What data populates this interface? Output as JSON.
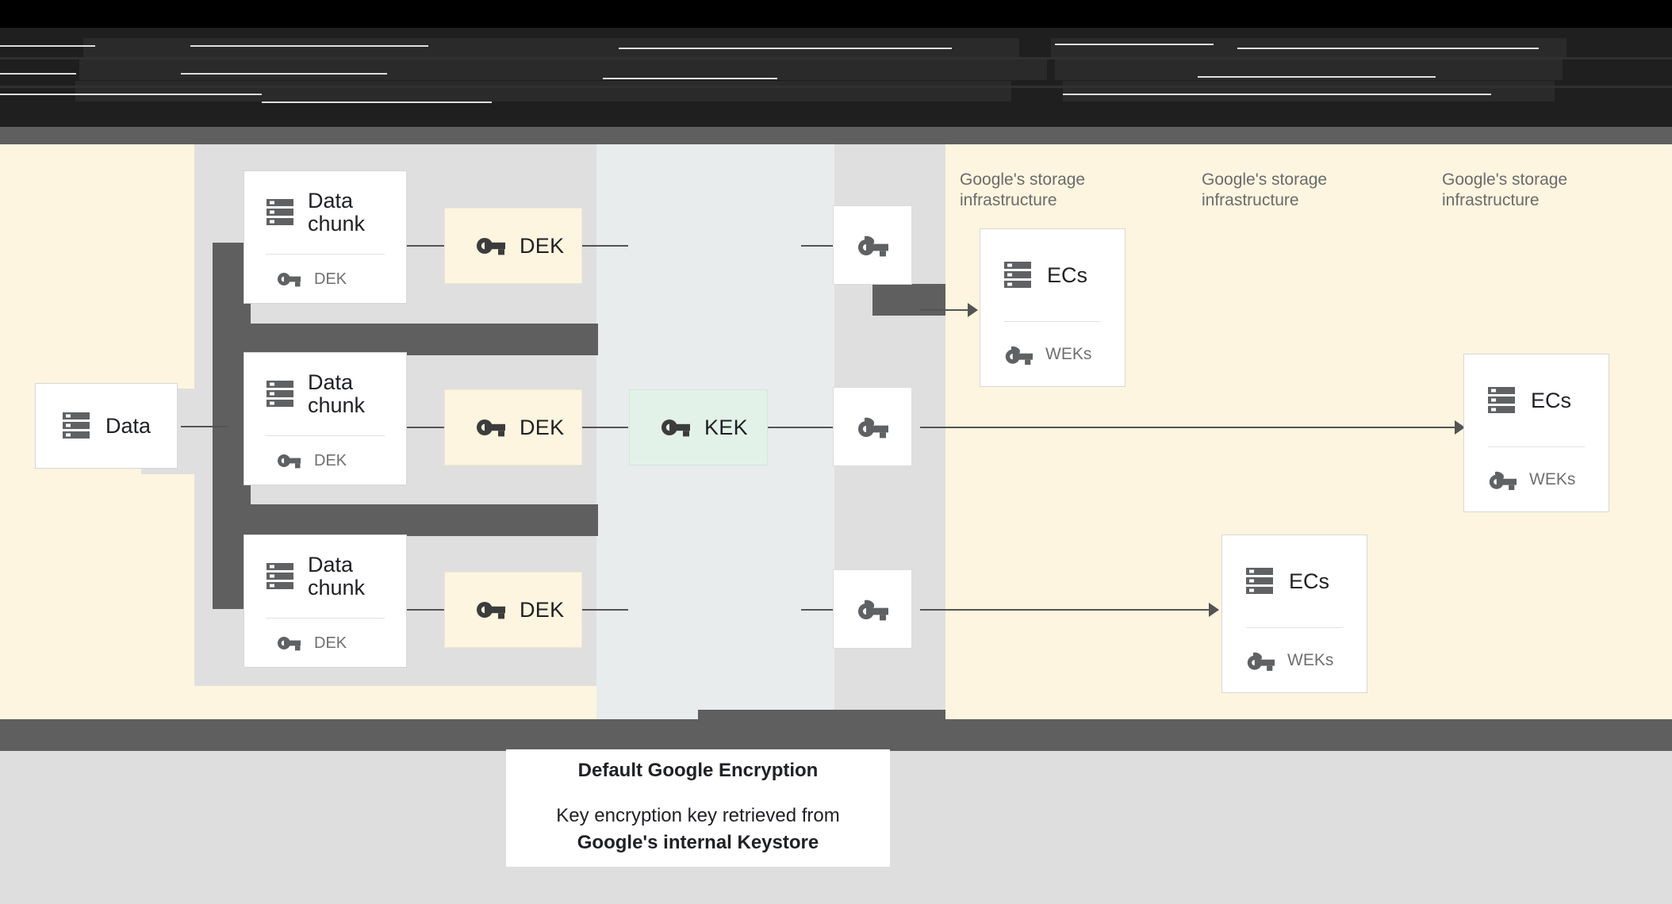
{
  "header": {
    "obscured": true,
    "note": "top band is heavily darkened / illegible",
    "fragments": [
      "Data is",
      "Data",
      "Google",
      "Data in",
      "encrypted in",
      "in",
      "Google"
    ]
  },
  "diagram": {
    "source": {
      "label": "Data",
      "icon": "storage-icon"
    },
    "chunks": [
      {
        "title": "Data\nchunk",
        "icon": "storage-icon",
        "key_label": "DEK",
        "key_icon": "key-icon"
      },
      {
        "title": "Data\nchunk",
        "icon": "storage-icon",
        "key_label": "DEK",
        "key_icon": "key-icon"
      },
      {
        "title": "Data\nchunk",
        "icon": "storage-icon",
        "key_label": "DEK",
        "key_icon": "key-icon"
      }
    ],
    "deks": [
      {
        "label": "DEK",
        "icon": "key-icon"
      },
      {
        "label": "DEK",
        "icon": "key-icon"
      },
      {
        "label": "DEK",
        "icon": "key-icon"
      }
    ],
    "kek": {
      "label": "KEK",
      "icon": "key-icon"
    },
    "weks": [
      {
        "icon": "wrapped-key-icon"
      },
      {
        "icon": "wrapped-key-icon"
      },
      {
        "icon": "wrapped-key-icon"
      }
    ],
    "infra_labels": [
      "Google's storage\ninfrastructure",
      "Google's storage\ninfrastructure",
      "Google's storage\ninfrastructure"
    ],
    "ec_cards": [
      {
        "title": "ECs",
        "icon": "storage-icon",
        "key_label": "WEKs",
        "key_icon": "wrapped-key-icon"
      },
      {
        "title": "ECs",
        "icon": "storage-icon",
        "key_label": "WEKs",
        "key_icon": "wrapped-key-icon"
      },
      {
        "title": "ECs",
        "icon": "storage-icon",
        "key_label": "WEKs",
        "key_icon": "wrapped-key-icon"
      }
    ]
  },
  "caption": {
    "title": "Default Google Encryption",
    "line1": "Key encryption key retrieved from",
    "line2": "Google's internal Keystore"
  },
  "colors": {
    "cream": "#FDF5DF",
    "grey": "#DFDFDF",
    "bluegrey": "#E8ECED",
    "kek_green": "#E3F2E9",
    "bar_dark": "#5F5F5F",
    "icon_grey": "#5F6163",
    "text_dark": "#202124",
    "text_muted": "#6F6F6F",
    "footer_grey": "#DEDEDE"
  }
}
